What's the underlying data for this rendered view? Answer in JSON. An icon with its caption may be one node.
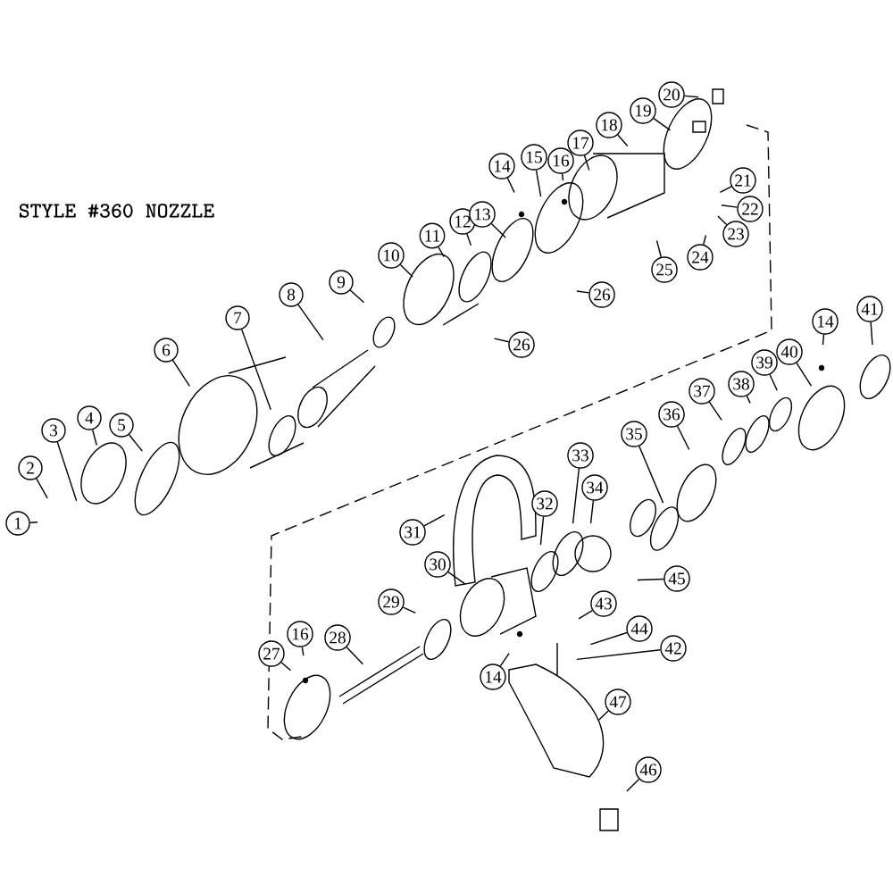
{
  "diagram": {
    "title": "STYLE #360 NOZZLE",
    "nodes": [
      {
        "text": [
          "1"
        ]
      },
      {
        "text": [
          "2"
        ]
      },
      {
        "text": [
          "3"
        ]
      },
      {
        "text": [
          "4"
        ]
      },
      {
        "text": [
          "5"
        ]
      },
      {
        "text": [
          "6"
        ]
      },
      {
        "text": [
          "7"
        ]
      },
      {
        "text": [
          "8"
        ]
      },
      {
        "text": [
          "9"
        ]
      },
      {
        "text": [
          "10"
        ]
      },
      {
        "text": [
          "11"
        ]
      },
      {
        "text": [
          "12"
        ]
      },
      {
        "text": [
          "13"
        ]
      },
      {
        "text": [
          "14"
        ]
      },
      {
        "text": [
          "15"
        ]
      },
      {
        "text": [
          "16"
        ]
      },
      {
        "text": [
          "17"
        ]
      },
      {
        "text": [
          "18"
        ]
      },
      {
        "text": [
          "19"
        ]
      },
      {
        "text": [
          "20"
        ]
      },
      {
        "text": [
          "21"
        ]
      },
      {
        "text": [
          "22"
        ]
      },
      {
        "text": [
          "23"
        ]
      },
      {
        "text": [
          "24"
        ]
      },
      {
        "text": [
          "25"
        ]
      },
      {
        "text": [
          "26"
        ]
      },
      {
        "text": [
          "26"
        ]
      },
      {
        "text": [
          "27"
        ]
      },
      {
        "text": [
          "16"
        ]
      },
      {
        "text": [
          "28"
        ]
      },
      {
        "text": [
          "29"
        ]
      },
      {
        "text": [
          "30"
        ]
      },
      {
        "text": [
          "31"
        ]
      },
      {
        "text": [
          "32"
        ]
      },
      {
        "text": [
          "33"
        ]
      },
      {
        "text": [
          "34"
        ]
      },
      {
        "text": [
          "35"
        ]
      },
      {
        "text": [
          "36"
        ]
      },
      {
        "text": [
          "37"
        ]
      },
      {
        "text": [
          "38"
        ]
      },
      {
        "text": [
          "39"
        ]
      },
      {
        "text": [
          "40"
        ]
      },
      {
        "text": [
          "14"
        ]
      },
      {
        "text": [
          "41"
        ]
      },
      {
        "text": [
          "45"
        ]
      },
      {
        "text": [
          "43"
        ]
      },
      {
        "text": [
          "44"
        ]
      },
      {
        "text": [
          "42"
        ]
      },
      {
        "text": [
          "14"
        ]
      },
      {
        "text": [
          "47"
        ]
      },
      {
        "text": [
          "46"
        ]
      }
    ],
    "edges": [
      {
        "from": 0,
        "to": null,
        "arrow": "none"
      },
      {
        "from": 1,
        "to": null,
        "arrow": "none"
      },
      {
        "from": 2,
        "to": null,
        "arrow": "none"
      },
      {
        "from": 3,
        "to": null,
        "arrow": "none"
      },
      {
        "from": 4,
        "to": null,
        "arrow": "none"
      },
      {
        "from": 5,
        "to": null,
        "arrow": "none"
      },
      {
        "from": 6,
        "to": null,
        "arrow": "none"
      },
      {
        "from": 7,
        "to": null,
        "arrow": "none"
      },
      {
        "from": 8,
        "to": null,
        "arrow": "none"
      },
      {
        "from": 9,
        "to": null,
        "arrow": "none"
      },
      {
        "from": 10,
        "to": null,
        "arrow": "none"
      },
      {
        "from": 11,
        "to": null,
        "arrow": "none"
      },
      {
        "from": 12,
        "to": null,
        "arrow": "none"
      },
      {
        "from": 13,
        "to": null,
        "arrow": "none"
      },
      {
        "from": 14,
        "to": null,
        "arrow": "none"
      },
      {
        "from": 15,
        "to": null,
        "arrow": "none"
      },
      {
        "from": 16,
        "to": null,
        "arrow": "none"
      },
      {
        "from": 17,
        "to": null,
        "arrow": "none"
      },
      {
        "from": 18,
        "to": null,
        "arrow": "none"
      },
      {
        "from": 19,
        "to": null,
        "arrow": "none"
      },
      {
        "from": 20,
        "to": null,
        "arrow": "none"
      },
      {
        "from": 21,
        "to": null,
        "arrow": "none"
      },
      {
        "from": 22,
        "to": null,
        "arrow": "none"
      },
      {
        "from": 23,
        "to": null,
        "arrow": "none"
      },
      {
        "from": 24,
        "to": null,
        "arrow": "none"
      },
      {
        "from": 25,
        "to": null,
        "arrow": "none"
      },
      {
        "from": 26,
        "to": null,
        "arrow": "none"
      },
      {
        "from": 27,
        "to": null,
        "arrow": "none"
      },
      {
        "from": 28,
        "to": null,
        "arrow": "none"
      },
      {
        "from": 29,
        "to": null,
        "arrow": "none"
      },
      {
        "from": 30,
        "to": null,
        "arrow": "none"
      },
      {
        "from": 31,
        "to": null,
        "arrow": "none"
      },
      {
        "from": 32,
        "to": null,
        "arrow": "none"
      },
      {
        "from": 33,
        "to": null,
        "arrow": "none"
      },
      {
        "from": 34,
        "to": null,
        "arrow": "none"
      },
      {
        "from": 35,
        "to": null,
        "arrow": "none"
      },
      {
        "from": 36,
        "to": null,
        "arrow": "none"
      },
      {
        "from": 37,
        "to": null,
        "arrow": "none"
      },
      {
        "from": 38,
        "to": null,
        "arrow": "none"
      },
      {
        "from": 39,
        "to": null,
        "arrow": "none"
      },
      {
        "from": 40,
        "to": null,
        "arrow": "none"
      },
      {
        "from": 41,
        "to": null,
        "arrow": "none"
      },
      {
        "from": 42,
        "to": null,
        "arrow": "none"
      },
      {
        "from": 43,
        "to": null,
        "arrow": "none"
      },
      {
        "from": 44,
        "to": null,
        "arrow": "none"
      },
      {
        "from": 45,
        "to": null,
        "arrow": "none"
      },
      {
        "from": 46,
        "to": null,
        "arrow": "none"
      },
      {
        "from": 47,
        "to": null,
        "arrow": "none"
      },
      {
        "from": 48,
        "to": null,
        "arrow": "none"
      },
      {
        "from": 49,
        "to": null,
        "arrow": "none"
      },
      {
        "from": 50,
        "to": null,
        "arrow": "none"
      }
    ]
  }
}
